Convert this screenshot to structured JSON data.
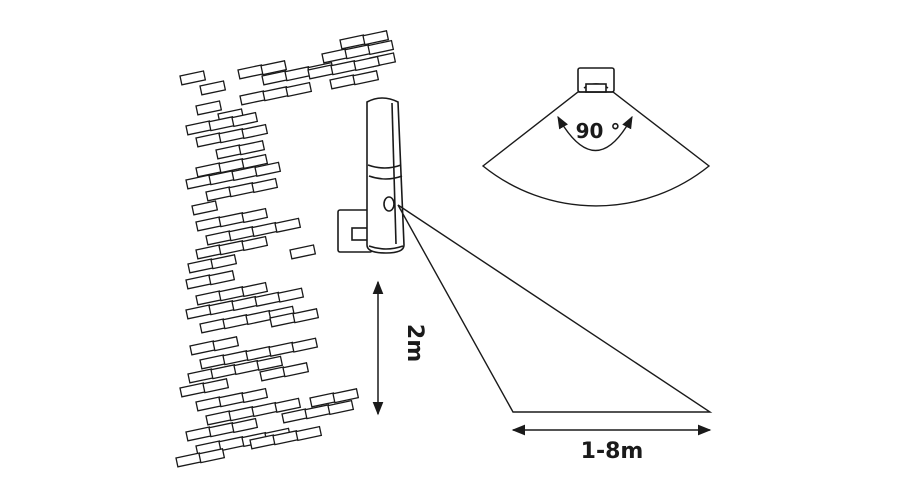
{
  "labels": {
    "mount_height": "2m",
    "detection_range": "1-8m",
    "detection_angle": "90 °"
  },
  "colors": {
    "line": "#1a1a1a",
    "background": "#ffffff"
  }
}
